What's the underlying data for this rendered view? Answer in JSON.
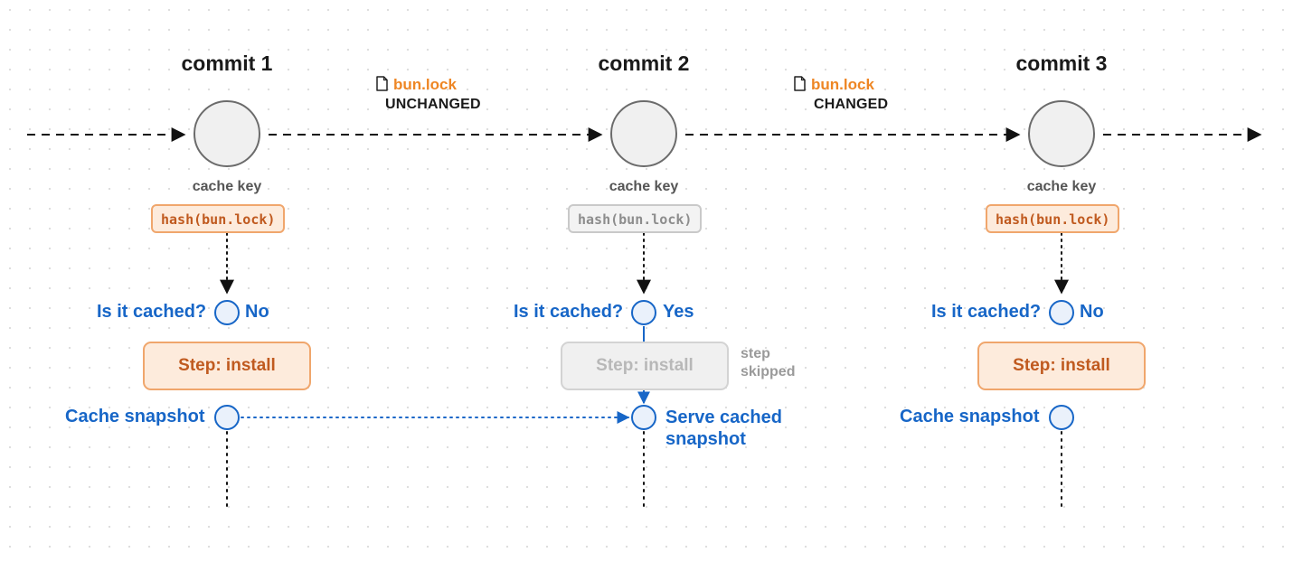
{
  "commits": [
    {
      "title": "commit 1",
      "cache_key_label": "cache key",
      "hash": "hash(bun.lock)",
      "cached_question": "Is it cached?",
      "cached_answer": "No",
      "step_label": "Step: install",
      "snapshot_label": "Cache snapshot"
    },
    {
      "title": "commit 2",
      "cache_key_label": "cache key",
      "hash": "hash(bun.lock)",
      "cached_question": "Is it cached?",
      "cached_answer": "Yes",
      "step_label": "Step: install",
      "step_skipped_label": "step skipped",
      "serve_label": "Serve cached snapshot"
    },
    {
      "title": "commit 3",
      "cache_key_label": "cache key",
      "hash": "hash(bun.lock)",
      "cached_question": "Is it cached?",
      "cached_answer": "No",
      "step_label": "Step: install",
      "snapshot_label": "Cache snapshot"
    }
  ],
  "transitions": [
    {
      "file": "bun.lock",
      "status": "UNCHANGED"
    },
    {
      "file": "bun.lock",
      "status": "CHANGED"
    }
  ],
  "colors": {
    "orange_text": "#c05a1f",
    "orange_file": "#ee8624",
    "blue": "#1766c7",
    "grey_text": "#9a9a9a"
  }
}
